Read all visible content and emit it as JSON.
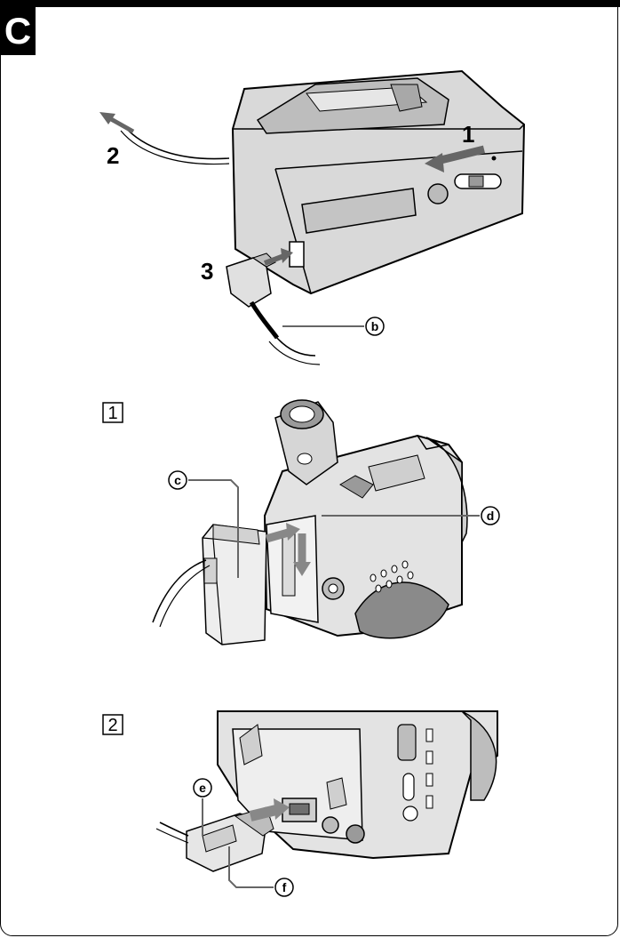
{
  "section": {
    "letter": "C"
  },
  "figure_charger": {
    "steps": [
      "1",
      "2",
      "3"
    ],
    "callouts": [
      "b"
    ]
  },
  "figure_1": {
    "box_label": "1",
    "callouts": [
      "c",
      "d"
    ]
  },
  "figure_2": {
    "box_label": "2",
    "callouts": [
      "e",
      "f"
    ]
  }
}
